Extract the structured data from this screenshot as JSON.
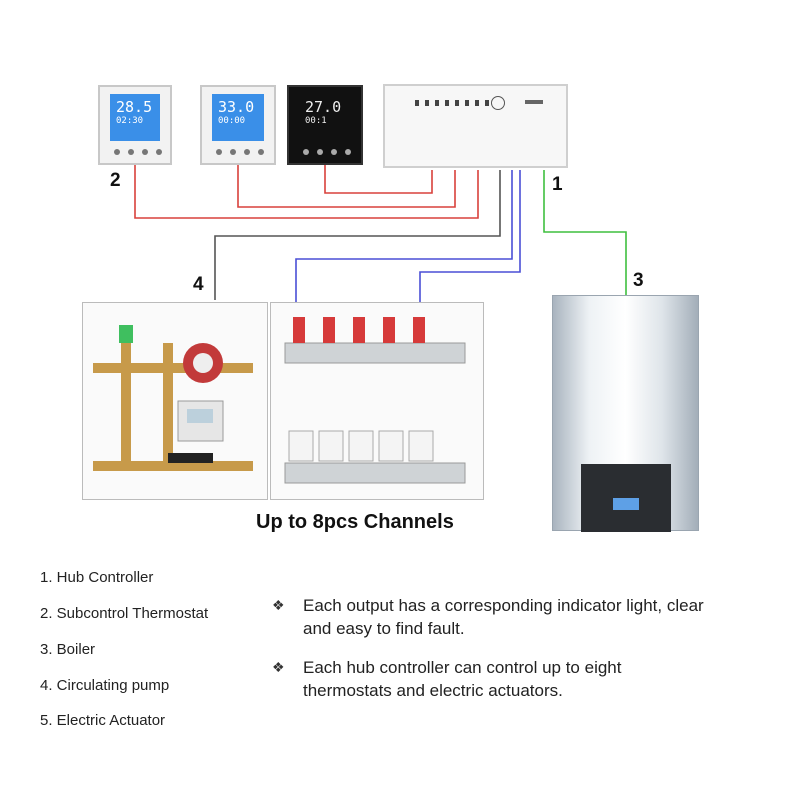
{
  "numbers": {
    "hub": "1",
    "thermostat": "2",
    "boiler": "3",
    "pump": "4",
    "actuator": "5"
  },
  "thermostats": [
    {
      "temp": "28.5",
      "sub": "02:30"
    },
    {
      "temp": "33.0",
      "sub": "00:00"
    },
    {
      "temp": "27.0",
      "sub": "00:1"
    }
  ],
  "channels_caption": "Up to 8pcs Channels",
  "legend": [
    "1. Hub Controller",
    "2. Subcontrol Thermostat",
    "3. Boiler",
    "4. Circulating pump",
    "5. Electric Actuator"
  ],
  "bullet_symbol": "❖",
  "bullets": [
    {
      "line1": "Each output has a corresponding indicator light, clear",
      "line2": "and easy to find fault."
    },
    {
      "line1": "Each hub controller can control up to eight",
      "line2": "thermostats and electric actuators."
    }
  ],
  "colors": {
    "thermostat_wires": "#d9413b",
    "actuator_wires": "#4a4fd6",
    "pump_wire": "#555555",
    "boiler_wire": "#3fbf3f",
    "thermostat_screen": "#3a8fe8"
  }
}
